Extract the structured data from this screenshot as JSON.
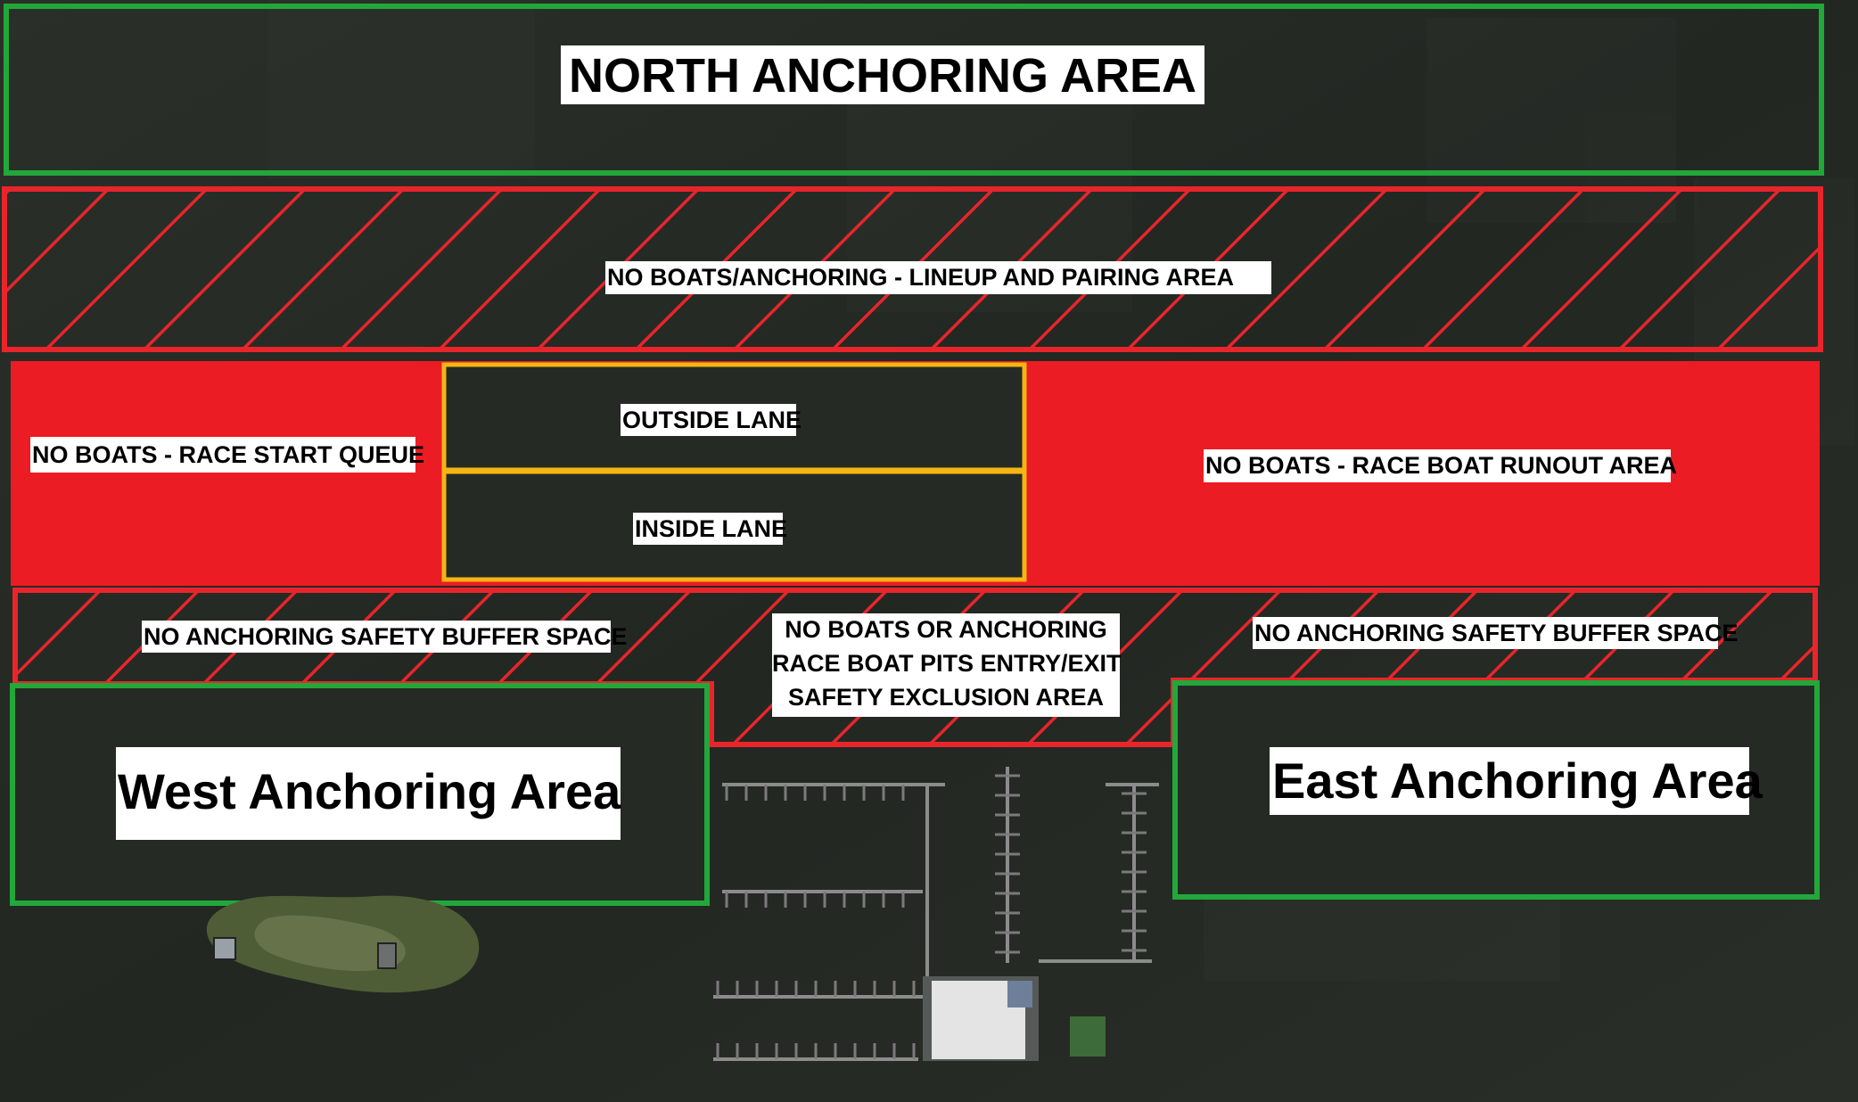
{
  "labels": {
    "north": "NORTH ANCHORING AREA",
    "lineup": "NO BOATS/ANCHORING - LINEUP AND PAIRING AREA",
    "queue": "NO BOATS - RACE START QUEUE",
    "outside_lane": "OUTSIDE LANE",
    "inside_lane": "INSIDE LANE",
    "runout": "NO BOATS - RACE BOAT RUNOUT AREA",
    "buffer_west": "NO ANCHORING SAFETY BUFFER SPACE",
    "buffer_east": "NO ANCHORING SAFETY BUFFER SPACE",
    "pits": [
      "NO BOATS OR ANCHORING",
      "RACE BOAT PITS ENTRY/EXIT",
      "SAFETY EXCLUSION AREA"
    ],
    "west": "West Anchoring Area",
    "east": "East Anchoring Area"
  },
  "colors": {
    "water": "#262a24",
    "anchoring_outline": "#22a83a",
    "no_boats_fill": "#ec1c24",
    "hatch": "#e8252b",
    "lane_outline": "#f5b512",
    "label_bg": "#ffffff",
    "label_text": "#000000"
  },
  "features": {
    "island": "tree-covered island with two small buildings",
    "marina": "marina docks with race boat pits building"
  }
}
